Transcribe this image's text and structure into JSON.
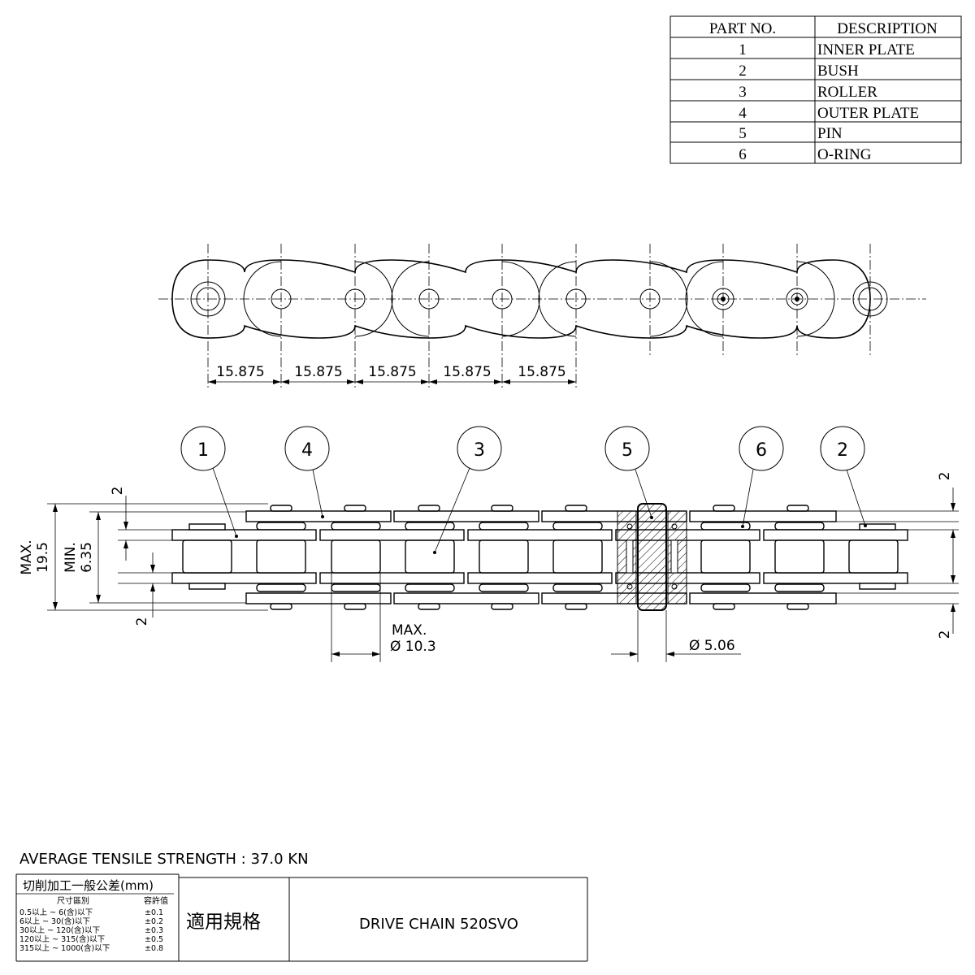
{
  "parts_table": {
    "header": {
      "part_no": "PART NO.",
      "description": "DESCRIPTION"
    },
    "rows": [
      {
        "no": "1",
        "desc": "INNER PLATE"
      },
      {
        "no": "2",
        "desc": "BUSH"
      },
      {
        "no": "3",
        "desc": "ROLLER"
      },
      {
        "no": "4",
        "desc": "OUTER PLATE"
      },
      {
        "no": "5",
        "desc": "PIN"
      },
      {
        "no": "6",
        "desc": "O-RING"
      }
    ]
  },
  "top_view": {
    "pitch_labels": [
      "15.875",
      "15.875",
      "15.875",
      "15.875",
      "15.875"
    ]
  },
  "side_view": {
    "balloons": [
      "1",
      "4",
      "3",
      "5",
      "6",
      "2"
    ],
    "max_width_label": "MAX.",
    "max_width_value": "19.5",
    "min_width_label": "MIN.",
    "min_width_value": "6.35",
    "plate_thickness_left_top": "2",
    "plate_thickness_left_bottom": "2",
    "plate_thickness_right_top": "2",
    "plate_thickness_right_bottom": "2",
    "roller_max_label": "MAX.",
    "roller_dia_value": "Ø 10.3",
    "pin_dia_value": "Ø 5.06"
  },
  "spec": {
    "tensile": "AVERAGE TENSILE STRENGTH : 37.0 KN"
  },
  "title_block": {
    "tolerance_title": "切削加工一般公差(mm)",
    "col_range": "尺寸區別",
    "col_tol": "容許值",
    "tolerance_rows": [
      {
        "range": "0.5以上 ~      6(含)以下",
        "tol": "±0.1"
      },
      {
        "range": "6以上 ~      30(含)以下",
        "tol": "±0.2"
      },
      {
        "range": "30以上 ~    120(含)以下",
        "tol": "±0.3"
      },
      {
        "range": "120以上 ~   315(含)以下",
        "tol": "±0.5"
      },
      {
        "range": "315以上 ~ 1000(含)以下",
        "tol": "±0.8"
      }
    ],
    "standard_label": "適用規格",
    "product": "DRIVE CHAIN 520SVO"
  }
}
